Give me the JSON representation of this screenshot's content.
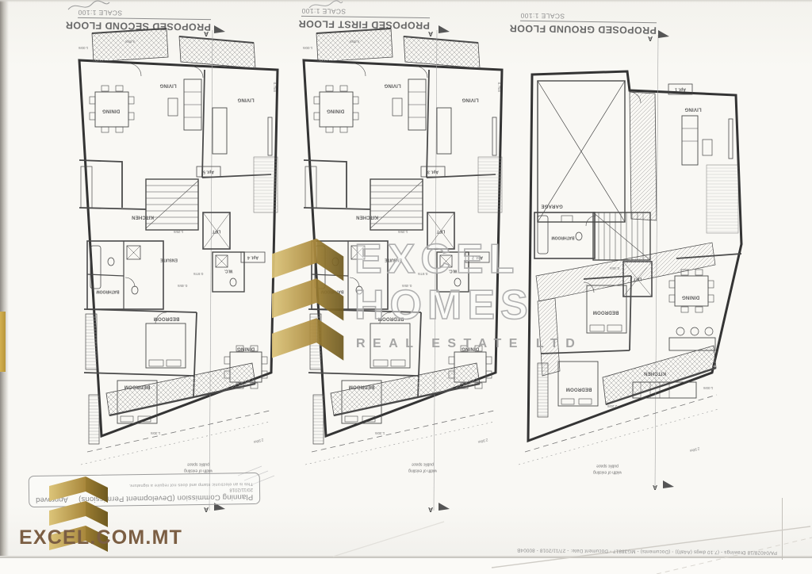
{
  "brand": {
    "site": "EXCEL.COM.MT"
  },
  "watermark": {
    "line1": "EXCEL",
    "line2": "HOMES",
    "line3": "REAL ESTATE LTD"
  },
  "stamp": {
    "authority": "Planning Commission (Development Permissions)",
    "status": "Approved",
    "date": "20/11/2018",
    "note": "This is an electronic stamp and does not require a signature."
  },
  "footer": {
    "docline": "PA/04028/18 Drawings - (7.10 dwgs (A4all)) - (Documents) - MG38817 - Document Date: - 27/11/2018 - 80004B"
  },
  "plans": [
    {
      "title": "PROPOSED SECOND FLOOR",
      "scale": "SCALE 1:100",
      "marker": "A",
      "labels": {
        "dining1": "DINING",
        "living1": "LIVING",
        "living2": "LIVING",
        "apt_front": "Apt. 5",
        "kitchen": "KITCHEN",
        "lift": "LIFT",
        "apt_back": "Apt. 4",
        "ensuite": "ENSUITE",
        "bathroom": "BATHROOM",
        "wc": "W.C.",
        "bedroom1": "BEDROOM",
        "bedroom2": "BEDROOM",
        "dining2": "DINING"
      },
      "dims": {
        "top": "4.00m",
        "left": "1.00m",
        "right": "0.75m",
        "bath1": "1.25m",
        "bath2": "0.97m",
        "bath3": "0.45m",
        "bottom": "1.30m",
        "street": "2.90m"
      },
      "note_line1": "width of existing",
      "note_line2": "public space"
    },
    {
      "title": "PROPOSED FIRST FLOOR",
      "scale": "SCALE 1:100",
      "marker": "A",
      "labels": {
        "dining1": "DINING",
        "living1": "LIVING",
        "living2": "LIVING",
        "apt_front": "Apt. 3",
        "kitchen": "KITCHEN",
        "lift": "LIFT",
        "apt_back": "Apt. 2",
        "ensuite": "ENSUITE",
        "bathroom": "BATHROOM",
        "wc": "W.C.",
        "bedroom1": "BEDROOM",
        "bedroom2": "BEDROOM",
        "dining2": "DINING"
      },
      "dims": {
        "top": "4.00m",
        "left": "1.00m",
        "right": "0.75m",
        "bath1": "1.25m",
        "bath2": "0.97m",
        "bath3": "0.45m",
        "bottom": "1.30m",
        "street": "2.90m"
      },
      "note_line1": "width of existing",
      "note_line2": "public space"
    },
    {
      "title": "PROPOSED GROUND FLOOR",
      "scale": "SCALE 1:100",
      "marker": "A",
      "labels": {
        "garage": "GARAGE",
        "apt": "Apt. 1",
        "living": "LIVING",
        "bathroom": "BATHROOM",
        "lift": "LIFT",
        "bedroom1": "BEDROOM",
        "bedroom2": "BEDROOM",
        "kitchen": "KITCHEN",
        "dining": "DINING"
      },
      "dims": {
        "lift": "0.45m",
        "bottom": "2.20m",
        "right": "1.00m",
        "street": "2.90m"
      },
      "note_line1": "width of existing",
      "note_line2": "public space"
    }
  ]
}
